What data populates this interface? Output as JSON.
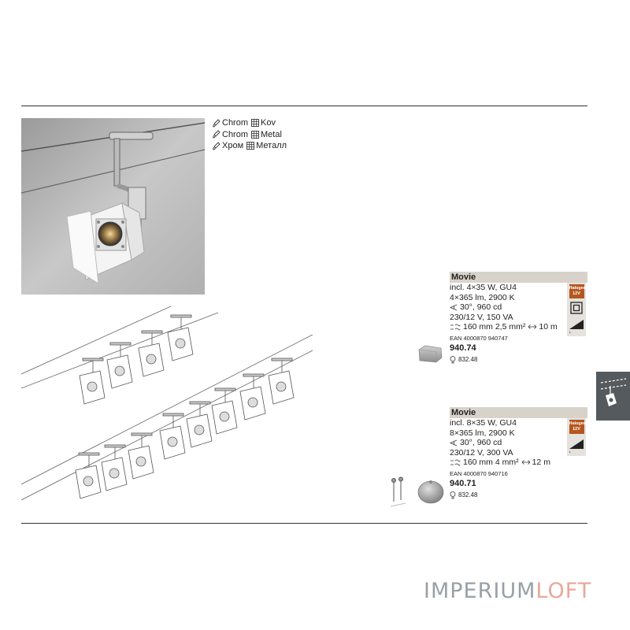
{
  "finishes": [
    {
      "material": "Chrom",
      "finish": "Kov"
    },
    {
      "material": "Chrom",
      "finish": "Metal"
    },
    {
      "material": "Хром",
      "finish": "Металл"
    }
  ],
  "products": [
    {
      "name": "Movie",
      "lines": [
        "incl. 4×35 W, GU4",
        "4×365 lm, 2900 K",
        "30°, 960 cd",
        "230/12 V, 150 VA"
      ],
      "cable_spec": "160 mm 2,5 mm²",
      "length": "10 m",
      "ean": "EAN 4000870 940747",
      "code": "940.74",
      "ref": "832.48",
      "badge": "Halogen 12V"
    },
    {
      "name": "Movie",
      "lines": [
        "incl. 8×35 W, GU4",
        "8×365 lm, 2900 K",
        "30°, 960 cd",
        "230/12 V, 300 VA"
      ],
      "cable_spec": "160 mm 4 mm²",
      "length": "12 m",
      "ean": "EAN 4000870 940716",
      "code": "940.71",
      "ref": "832.48",
      "badge": "Halogen 12V"
    }
  ],
  "brand": {
    "part1": "IMPERIUM",
    "part2": "LOFT"
  },
  "colors": {
    "rule": "#333333",
    "name_bar": "#d8d3ca",
    "halogen": "#b5561f",
    "tab": "#555a5e",
    "brand_gray": "#9aa0a6",
    "brand_pink": "#e8a898"
  },
  "icons": [
    "brush-icon",
    "grid-icon",
    "beam-angle-icon",
    "cable-icon",
    "length-icon",
    "bulb-icon",
    "class-ii-icon",
    "dimmer-icon",
    "cable-system-icon"
  ]
}
